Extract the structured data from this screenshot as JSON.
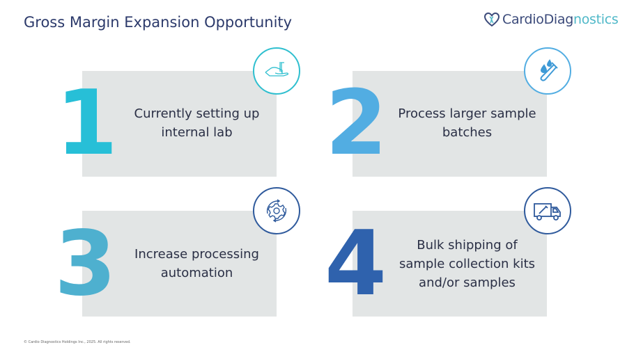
{
  "header": {
    "title": "Gross Margin Expansion Opportunity"
  },
  "logo": {
    "part1": "Cardio",
    "part2": "Diag",
    "part3": "nostics",
    "icon": "heart-dna-icon"
  },
  "cards": [
    {
      "number": "1",
      "text_line1": "Currently setting up",
      "text_line2": "internal lab",
      "icon": "hand-sample-icon",
      "color": "#27bfd7"
    },
    {
      "number": "2",
      "text_line1": "Process larger sample",
      "text_line2": "batches",
      "icon": "test-tube-drops-icon",
      "color": "#52ade2"
    },
    {
      "number": "3",
      "text_line1": "Increase processing",
      "text_line2": "automation",
      "icon": "gear-cycle-icon",
      "color": "#4eb0cf"
    },
    {
      "number": "4",
      "text_line1": "Bulk shipping of",
      "text_line2": "sample collection kits",
      "text_line3": "and/or samples",
      "icon": "delivery-truck-icon",
      "color": "#2f62ad"
    }
  ],
  "footer": {
    "copyright": "© Cardio Diagnostics Holdings Inc., 2025. All rights reserved."
  }
}
